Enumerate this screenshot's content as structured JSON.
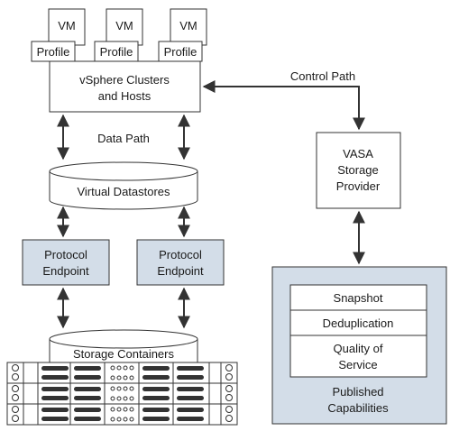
{
  "vm_groups": [
    {
      "vm": "VM",
      "profile": "Profile"
    },
    {
      "vm": "VM",
      "profile": "Profile"
    },
    {
      "vm": "VM",
      "profile": "Profile"
    }
  ],
  "clusters": {
    "line1": "vSphere Clusters",
    "line2": "and Hosts"
  },
  "labels": {
    "data_path": "Data Path",
    "control_path": "Control Path"
  },
  "datastores": "Virtual Datastores",
  "endpoints": [
    {
      "line1": "Protocol",
      "line2": "Endpoint"
    },
    {
      "line1": "Protocol",
      "line2": "Endpoint"
    }
  ],
  "storage_containers": "Storage Containers",
  "vasa": {
    "line1": "VASA",
    "line2": "Storage",
    "line3": "Provider"
  },
  "capabilities": {
    "items": [
      {
        "lines": [
          "Snapshot"
        ]
      },
      {
        "lines": [
          "Deduplication"
        ]
      },
      {
        "lines": [
          "Quality of",
          "Service"
        ]
      }
    ],
    "title1": "Published",
    "title2": "Capabilities"
  },
  "colors": {
    "endpoint_fill": "#d3dde8",
    "capabilities_fill": "#d3dde8",
    "stroke": "#333333"
  }
}
